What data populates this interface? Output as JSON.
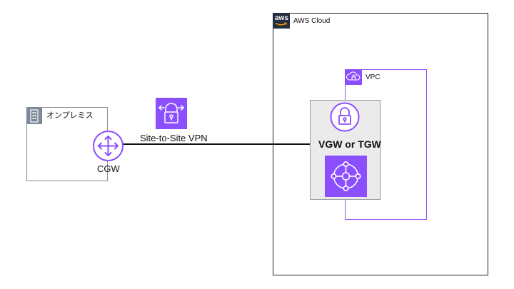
{
  "diagram": {
    "onprem": {
      "label": "オンプレミス",
      "icon": "building-icon"
    },
    "cgw": {
      "label": "CGW",
      "icon": "router-icon"
    },
    "vpn": {
      "label": "Site-to-Site VPN",
      "icon": "site-to-site-vpn-icon"
    },
    "aws": {
      "label": "AWS Cloud",
      "logo_text": "aws",
      "icon": "aws-logo-icon"
    },
    "vpc": {
      "label": "VPC",
      "icon": "vpc-cloud-lock-icon"
    },
    "gateway": {
      "label": "VGW or TGW",
      "icons": [
        "vpn-gateway-lock-icon",
        "transit-gateway-icon"
      ]
    }
  },
  "colors": {
    "purple": "#8c4fff",
    "aws_dark": "#232f3e",
    "building_gray": "#7d8998",
    "box_gray": "#ebebeb"
  }
}
